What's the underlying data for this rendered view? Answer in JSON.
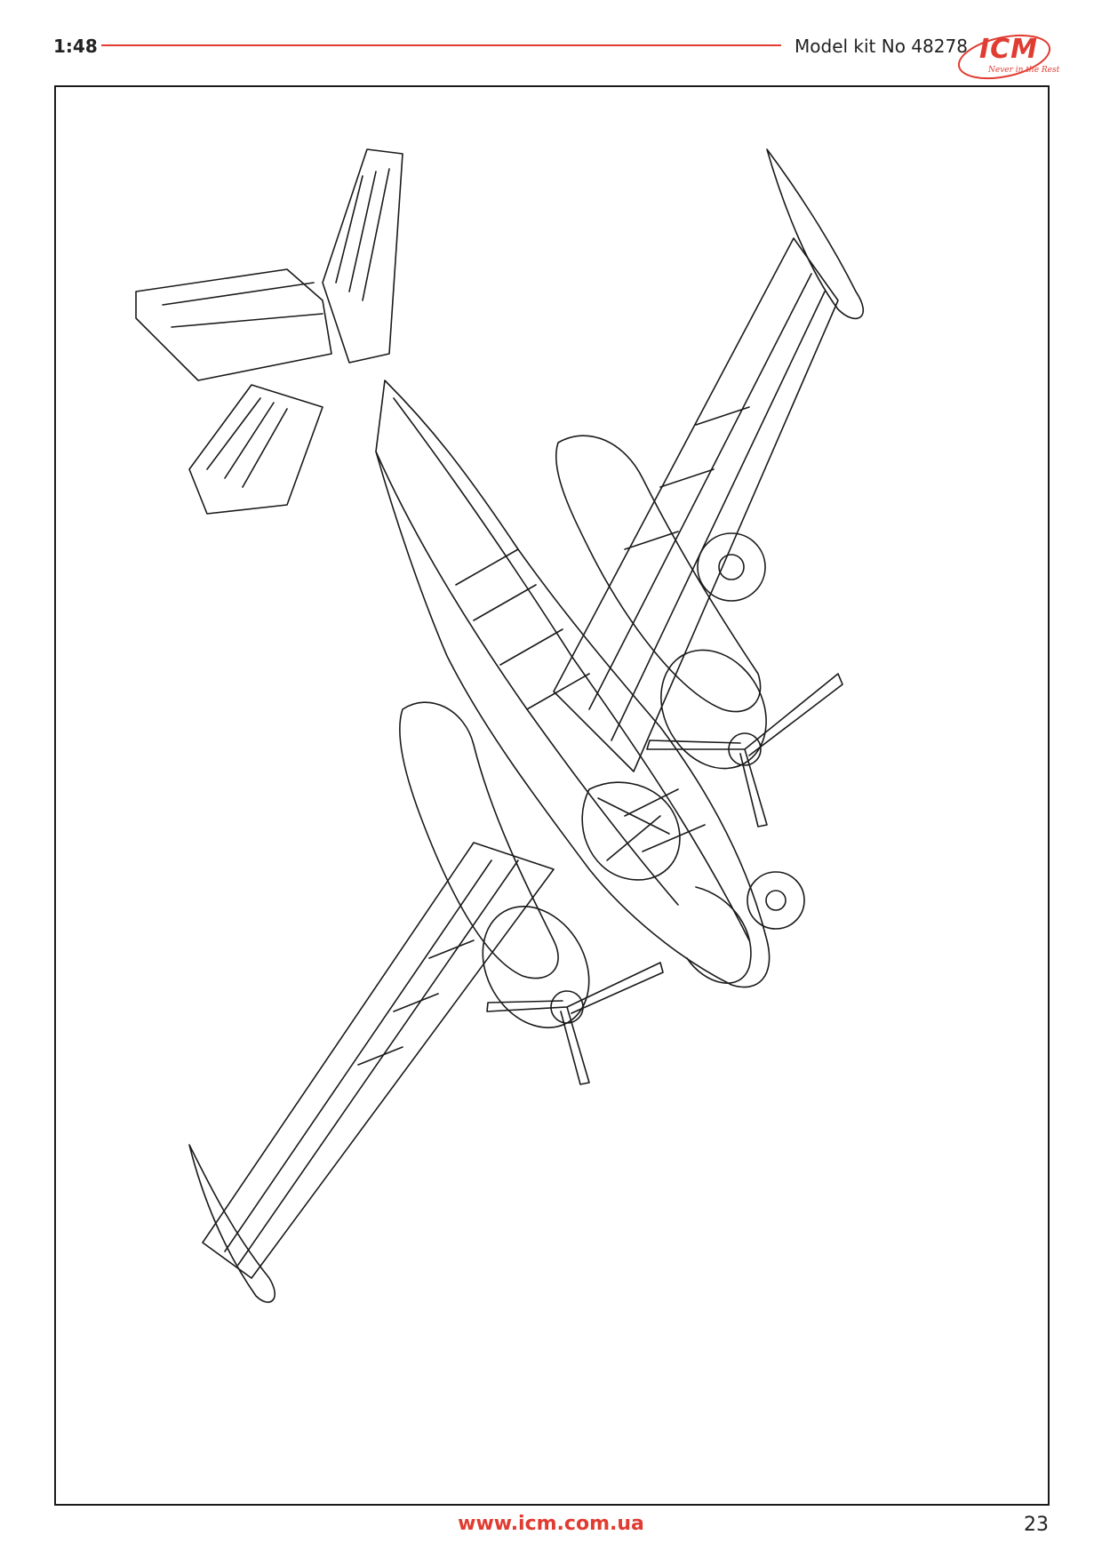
{
  "header": {
    "scale": "1:48",
    "kit_number": "Model kit No 48278",
    "logo": {
      "name": "ICM",
      "tagline": "Never in the Rest",
      "color": "#e03c31"
    }
  },
  "illustration": {
    "subject": "twin-engine-aircraft-line-drawing",
    "line_color": "#1a1a1a"
  },
  "footer": {
    "url": "www.icm.com.ua",
    "page_number": "23",
    "accent_color": "#e03c31"
  }
}
